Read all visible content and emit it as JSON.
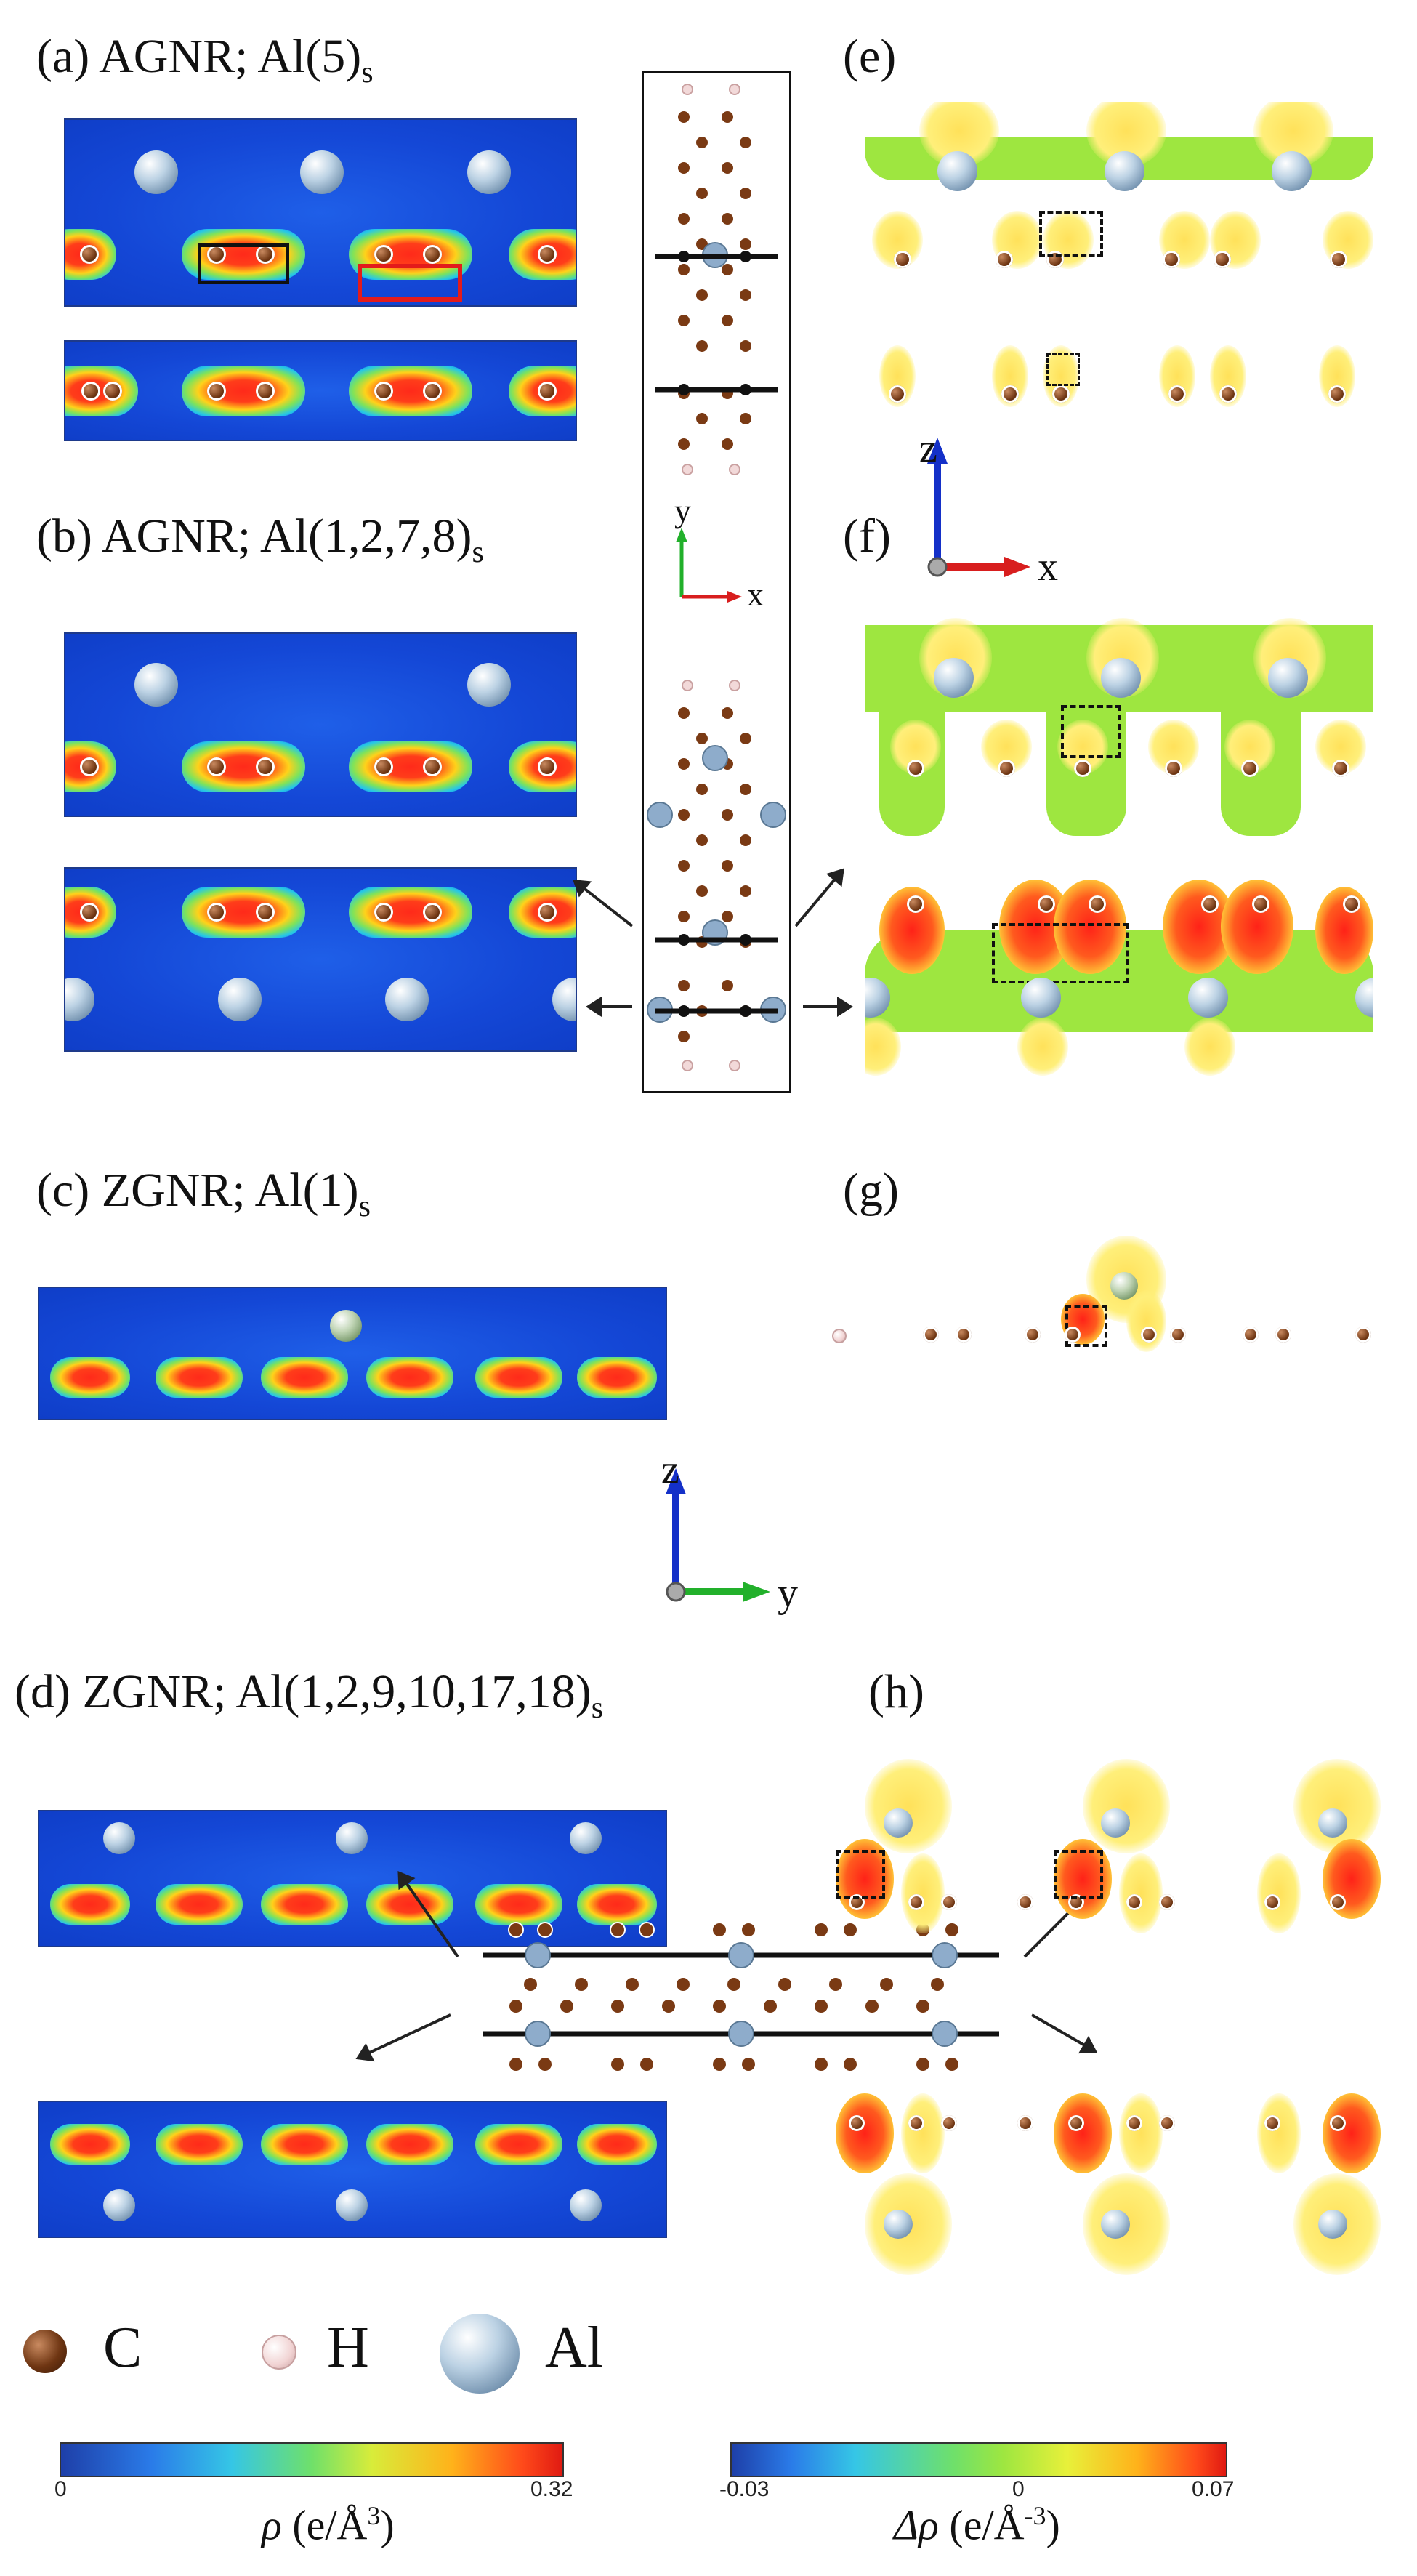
{
  "panels": {
    "a": {
      "label": "(a) AGNR; Al(5)",
      "sub": "s"
    },
    "b": {
      "label": "(b) AGNR; Al(1,2,7,8)",
      "sub": "s"
    },
    "c": {
      "label": "(c) ZGNR; Al(1)",
      "sub": "s"
    },
    "d": {
      "label": "(d) ZGNR; Al(1,2,9,10,17,18)",
      "sub": "s"
    },
    "e": {
      "label": "(e)"
    },
    "f": {
      "label": "(f)"
    },
    "g": {
      "label": "(g)"
    },
    "h": {
      "label": "(h)"
    }
  },
  "axes_top": {
    "vertical": "y",
    "horizontal": "x"
  },
  "axes_right": {
    "vertical": "z",
    "horizontal": "x"
  },
  "axes_middle": {
    "vertical": "z",
    "horizontal": "y"
  },
  "legend": {
    "c": "C",
    "h": "H",
    "al": "Al"
  },
  "colorbar_rho": {
    "min": "0",
    "max": "0.32",
    "symbol": "ρ",
    "unit": " (e/Å",
    "sup": "3",
    "close": ")"
  },
  "colorbar_drho": {
    "min": "-0.03",
    "mid": "0",
    "max": "0.07",
    "symbol": "Δρ",
    "unit": " (e/Å",
    "sup": "-3",
    "close": ")"
  },
  "colors": {
    "map_background": "#1447d6",
    "charge_high": "#ff2a1a",
    "diff_positive": "#ff2218",
    "diff_isosurface": "#ffe15a",
    "diff_negative_band": "#9ee640",
    "carbon": "#6e3512",
    "aluminum": "#9fb8ce"
  }
}
